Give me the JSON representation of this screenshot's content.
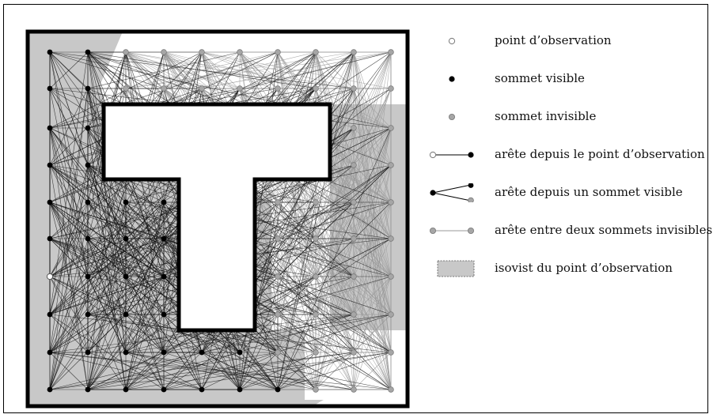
{
  "legend": {
    "items": [
      {
        "key": "observation_point",
        "label": "point d’observation"
      },
      {
        "key": "visible_vertex",
        "label": "sommet visible"
      },
      {
        "key": "invisible_vertex",
        "label": "sommet invisible"
      },
      {
        "key": "edge_from_observation",
        "label": "arête depuis le point d’observation"
      },
      {
        "key": "edge_from_visible",
        "label": "arête depuis un sommet visible"
      },
      {
        "key": "edge_invisible",
        "label": "arête entre deux sommets invisibles"
      },
      {
        "key": "isovist",
        "label": "isovist du point d’observation"
      }
    ]
  },
  "colors": {
    "visible_vertex": "#000000",
    "invisible_vertex": "#a6a6a6",
    "observation_point": "#ffffff",
    "isovist_fill": "#c8c8c8",
    "visible_edge": "#111111",
    "invisible_edge": "#9a9a9a",
    "wall": "#000000"
  }
}
